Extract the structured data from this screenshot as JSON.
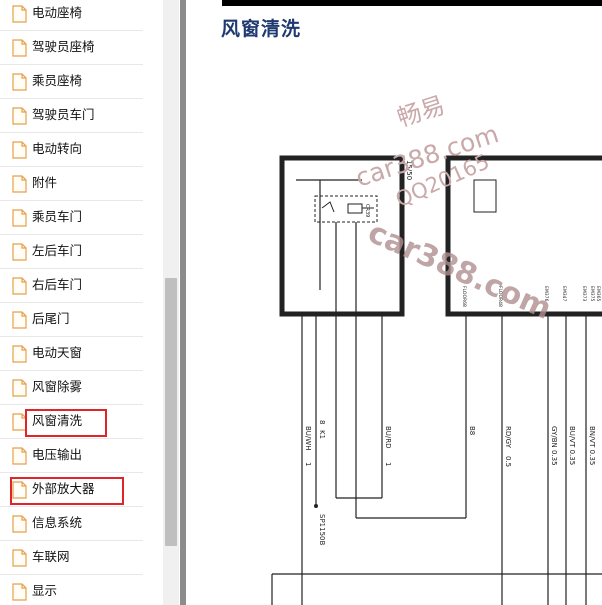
{
  "sidebar": {
    "items": [
      {
        "label": "电动座椅"
      },
      {
        "label": "驾驶员座椅"
      },
      {
        "label": "乘员座椅"
      },
      {
        "label": "驾驶员车门"
      },
      {
        "label": "电动转向"
      },
      {
        "label": "附件"
      },
      {
        "label": "乘员车门"
      },
      {
        "label": "左后车门"
      },
      {
        "label": "右后车门"
      },
      {
        "label": "后尾门"
      },
      {
        "label": "电动天窗"
      },
      {
        "label": "风窗除雾"
      },
      {
        "label": "风窗清洗"
      },
      {
        "label": "电压输出"
      },
      {
        "label": "外部放大器"
      },
      {
        "label": "信息系统"
      },
      {
        "label": "车联网"
      },
      {
        "label": "显示"
      }
    ],
    "highlighted": [
      "风窗清洗",
      "外部放大器"
    ],
    "highlight_color": "#e0252a"
  },
  "document": {
    "title": "风窗清洗",
    "title_color": "#1f3a70",
    "watermark": [
      "畅易",
      "car388.com",
      "QQ20165",
      "car388.com"
    ],
    "diagram": {
      "labels": {
        "fuse": "15/50",
        "relay": "CR39",
        "pins": [
          "FLOOR68",
          "FLOOR48",
          "EM376",
          "EM347",
          "EM373",
          "EM375",
          "EM365"
        ],
        "wire_bu_wh": "BU/WH",
        "wire_bu_wh_gauge": "1",
        "connector_k": "K1",
        "connector_k_pin": "8",
        "wire_bu_rd": "BU/RD",
        "wire_bu_rd_gauge": "1",
        "wire_mid": "B8",
        "wire_rd_gy": "RD/GY",
        "wire_rd_gy_gauge": "0.5",
        "wire_gy_bn": "GY/BN 0.35",
        "wire_bu_vt_a": "BU/VT 0.35",
        "wire_bu_vt_b": "BN/VT 0.35",
        "splice": "SP1150B"
      }
    }
  }
}
